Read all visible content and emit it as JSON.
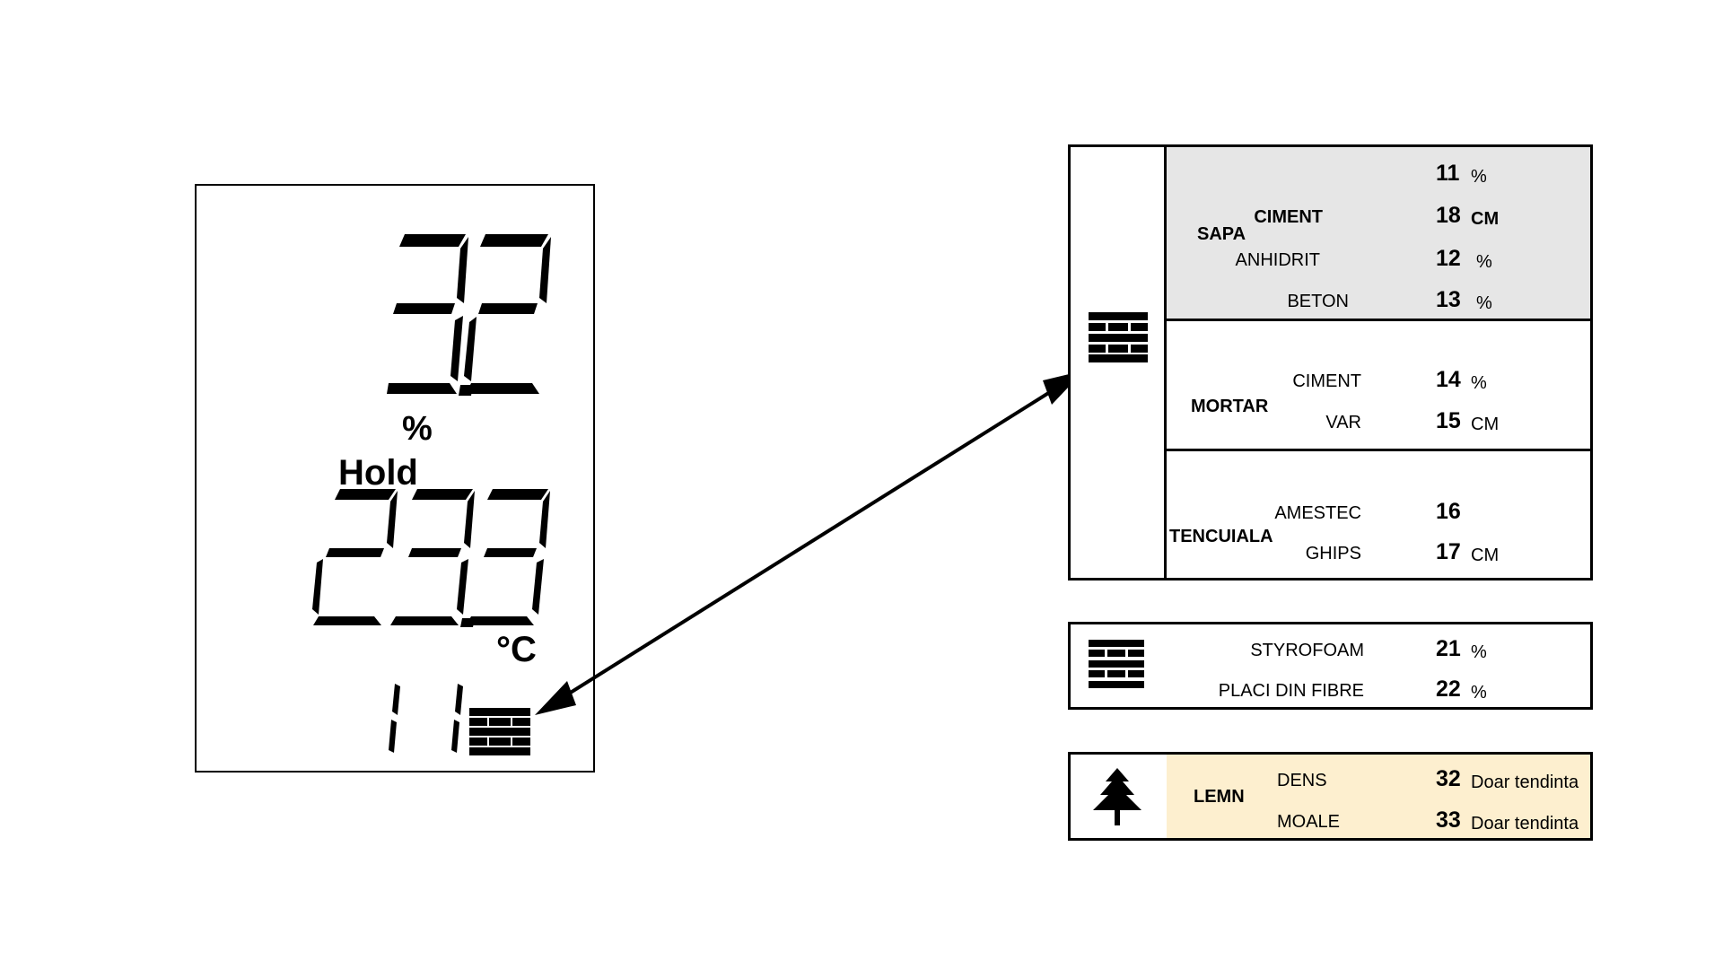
{
  "lcd": {
    "main_reading": "3.2",
    "main_unit": "%",
    "hold_label": "Hold",
    "temperature_reading": "23.3",
    "temperature_unit": "°C",
    "material_code": "11",
    "material_icon": "brick-wall-icon"
  },
  "tables": {
    "masonry": {
      "icon": "brick-wall-icon",
      "groups": [
        {
          "name": "SAPA",
          "highlight": "#e6e6e6",
          "rows": [
            {
              "material": "",
              "code": "11",
              "unit": "%"
            },
            {
              "material": "CIMENT",
              "code": "18",
              "unit": "CM"
            },
            {
              "material": "ANHIDRIT",
              "code": "12",
              "unit": "%"
            },
            {
              "material": "BETON",
              "code": "13",
              "unit": "%"
            }
          ]
        },
        {
          "name": "MORTAR",
          "rows": [
            {
              "material": "CIMENT",
              "code": "14",
              "unit": "%"
            },
            {
              "material": "VAR",
              "code": "15",
              "unit": "CM"
            }
          ]
        },
        {
          "name": "TENCUIALA",
          "rows": [
            {
              "material": "AMESTEC",
              "code": "16",
              "unit": ""
            },
            {
              "material": "GHIPS",
              "code": "17",
              "unit": "CM"
            }
          ]
        }
      ]
    },
    "insulation": {
      "icon": "brick-wall-icon",
      "rows": [
        {
          "material": "STYROFOAM",
          "code": "21",
          "unit": "%"
        },
        {
          "material": "PLACI DIN FIBRE",
          "code": "22",
          "unit": "%"
        }
      ]
    },
    "wood": {
      "icon": "tree-icon",
      "name": "LEMN",
      "highlight": "#fdefcf",
      "rows": [
        {
          "material": "DENS",
          "code": "32",
          "unit": "Doar tendinta"
        },
        {
          "material": "MOALE",
          "code": "33",
          "unit": "Doar tendinta"
        }
      ]
    }
  }
}
